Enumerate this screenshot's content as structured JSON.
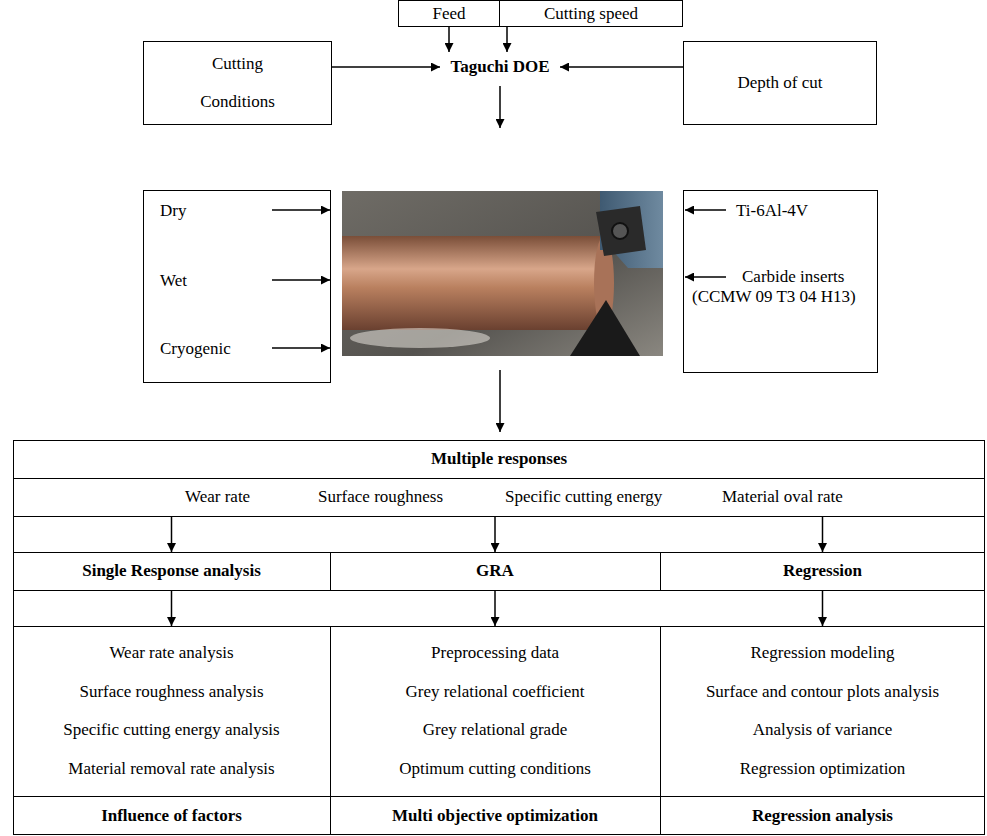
{
  "diagram": {
    "nodes": [
      {
        "text": [
          "Feed"
        ]
      },
      {
        "text": [
          "Cutting speed"
        ]
      },
      {
        "text": [
          "Cutting Conditions"
        ]
      },
      {
        "text": [
          "Taguchi DOE"
        ]
      },
      {
        "text": [
          "Depth of cut"
        ]
      },
      {
        "text": [
          "Dry",
          "Wet",
          "Cryogenic"
        ]
      },
      {
        "text": [
          "Ti-6Al-4V",
          "Carbide inserts (CCMW 09 T3 04 H13)"
        ]
      },
      {
        "text": [
          "Multiple responses"
        ]
      },
      {
        "text": [
          "Wear rate",
          "Surface roughness",
          "Specific cutting energy",
          "Material oval rate"
        ]
      },
      {
        "text": [
          "Single Response analysis"
        ]
      },
      {
        "text": [
          "GRA"
        ]
      },
      {
        "text": [
          "Regression"
        ]
      },
      {
        "text": [
          "Wear rate analysis",
          "Surface roughness analysis",
          "Specific cutting energy analysis",
          "Material removal rate analysis"
        ]
      },
      {
        "text": [
          "Preprocessing data",
          "Grey relational coefficient",
          "Grey relational grade",
          "Optimum cutting conditions"
        ]
      },
      {
        "text": [
          "Regression modeling",
          "Surface and contour plots analysis",
          "Analysis of variance",
          "Regression optimization"
        ]
      },
      {
        "text": [
          "Influence of factors"
        ]
      },
      {
        "text": [
          "Multi objective optimization"
        ]
      },
      {
        "text": [
          "Regression analysis"
        ]
      }
    ],
    "edges": [
      {
        "from": 0,
        "to": 3,
        "arrow": "to"
      },
      {
        "from": 1,
        "to": 3,
        "arrow": "to"
      },
      {
        "from": 2,
        "to": 3,
        "arrow": "to"
      },
      {
        "from": 4,
        "to": 3,
        "arrow": "to"
      },
      {
        "from": 8,
        "to": 9,
        "arrow": "to"
      },
      {
        "from": 8,
        "to": 10,
        "arrow": "to"
      },
      {
        "from": 8,
        "to": 11,
        "arrow": "to"
      },
      {
        "from": 9,
        "to": 12,
        "arrow": "to"
      },
      {
        "from": 10,
        "to": 13,
        "arrow": "to"
      },
      {
        "from": 11,
        "to": 14,
        "arrow": "to"
      }
    ]
  }
}
